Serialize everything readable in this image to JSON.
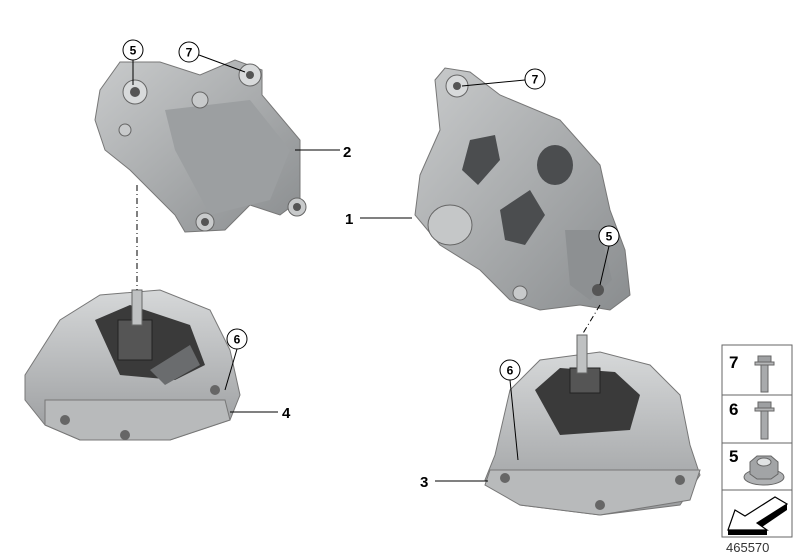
{
  "parts": [
    {
      "number": "1",
      "callouts": [
        "7",
        "5"
      ]
    },
    {
      "number": "2",
      "callouts": [
        "5",
        "7"
      ]
    },
    {
      "number": "3",
      "callouts": [
        "6"
      ]
    },
    {
      "number": "4",
      "callouts": [
        "6"
      ]
    }
  ],
  "legend": [
    {
      "number": "7",
      "icon": "bolt-icon"
    },
    {
      "number": "6",
      "icon": "bolt-icon"
    },
    {
      "number": "5",
      "icon": "hex-nut-icon"
    }
  ],
  "legend_arrow_icon": "direction-arrow-icon",
  "document_number": "465570",
  "colors": {
    "part": "#a9abad",
    "part_dark": "#6d7072",
    "part_light": "#d2d4d5",
    "rubber": "#3a3a3a"
  }
}
